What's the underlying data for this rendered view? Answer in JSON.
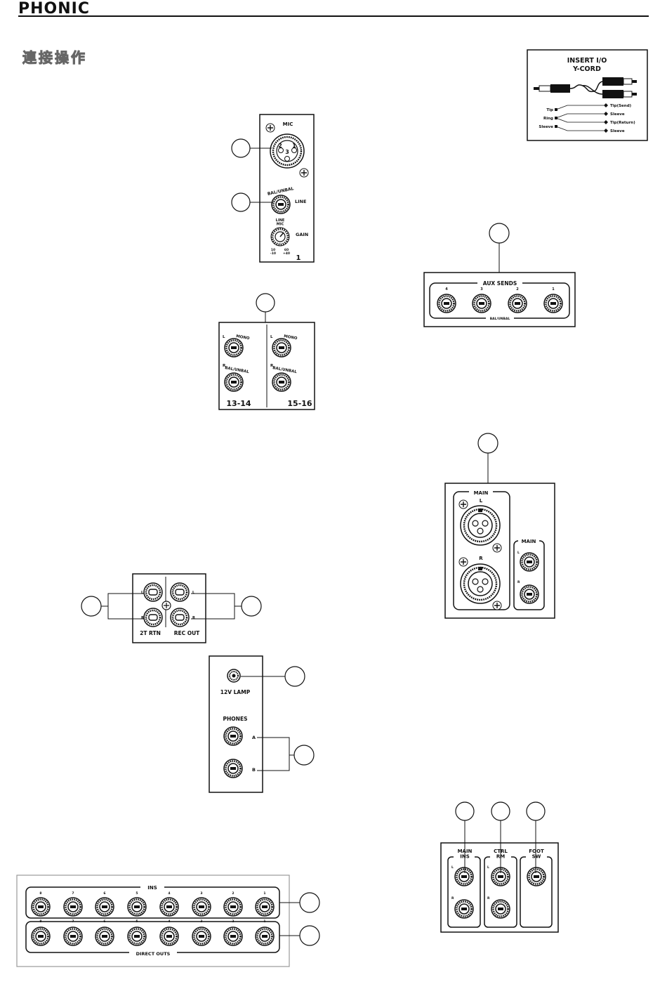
{
  "header": {
    "brand": "PHONIC",
    "section_title": "連接操作"
  },
  "insert_cord": {
    "title_line1": "INSERT I/O",
    "title_line2": "Y-CORD",
    "left_labels": [
      "Tip",
      "Ring",
      "Sleeve"
    ],
    "right_labels": [
      "Tip(Send)",
      "Sleeve",
      "Tip(Return)",
      "Sleeve"
    ]
  },
  "mic_channel": {
    "mic": "MIC",
    "pin2": "2",
    "pin1": "1",
    "pin3": "3",
    "bal_unbal": "BAL/UNBAL",
    "line": "LINE",
    "line_mic": "LINE\nMIC",
    "gain": "GAIN",
    "gain_min": "10\n-10",
    "gain_max": "60\n+40",
    "channel_number": "1"
  },
  "stereo_inputs": {
    "left": "L",
    "right": "R",
    "mono": "MONO",
    "bal_unbal": "BAL/UNBAL",
    "ch_a": "13-14",
    "ch_b": "15-16"
  },
  "aux_sends": {
    "title": "AUX SENDS",
    "numbers": [
      "4",
      "3",
      "2",
      "1"
    ],
    "bal_unbal": "BAL/UNBAL"
  },
  "main_out": {
    "main": "MAIN",
    "l": "L",
    "r": "R"
  },
  "tape": {
    "l": "L",
    "r": "R",
    "rtn": "2T RTN",
    "rec": "REC OUT"
  },
  "lamp_phones": {
    "lamp": "12V LAMP",
    "phones": "PHONES",
    "a": "A",
    "b": "B"
  },
  "ins_direct": {
    "ins": "INS",
    "direct": "DIRECT OUTS",
    "numbers": [
      "8",
      "7",
      "6",
      "5",
      "4",
      "3",
      "2",
      "1"
    ]
  },
  "main_ins_block": {
    "main_ins": "MAIN\nINS",
    "ctrl_rm": "CTRL\nRM",
    "foot_sw": "FOOT\nSW",
    "l": "L",
    "r": "R"
  }
}
